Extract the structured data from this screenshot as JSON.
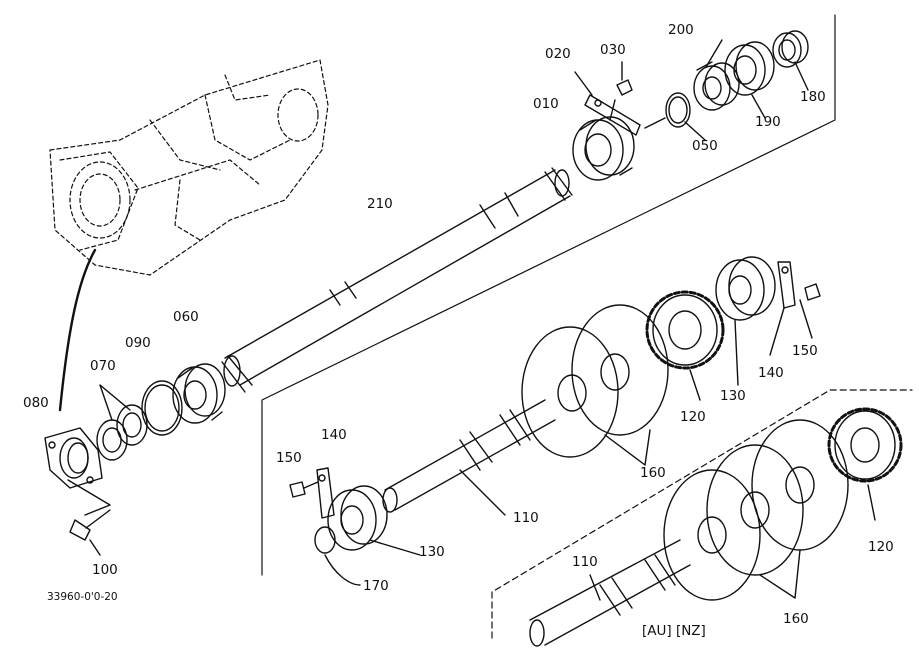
{
  "callouts": {
    "c010": "010",
    "c020": "020",
    "c030": "030",
    "c050": "050",
    "c060": "060",
    "c070": "070",
    "c080": "080",
    "c090": "090",
    "c100": "100",
    "c110a": "110",
    "c110b": "110",
    "c120a": "120",
    "c120b": "120",
    "c130a": "130",
    "c130b": "130",
    "c140a": "140",
    "c140b": "140",
    "c150a": "150",
    "c150b": "150",
    "c160a": "160",
    "c160b": "160",
    "c170": "170",
    "c180": "180",
    "c190": "190",
    "c200": "200",
    "c210": "210"
  },
  "region_note": "[AU] [NZ]",
  "drawing_code": "33960-0'0-20"
}
